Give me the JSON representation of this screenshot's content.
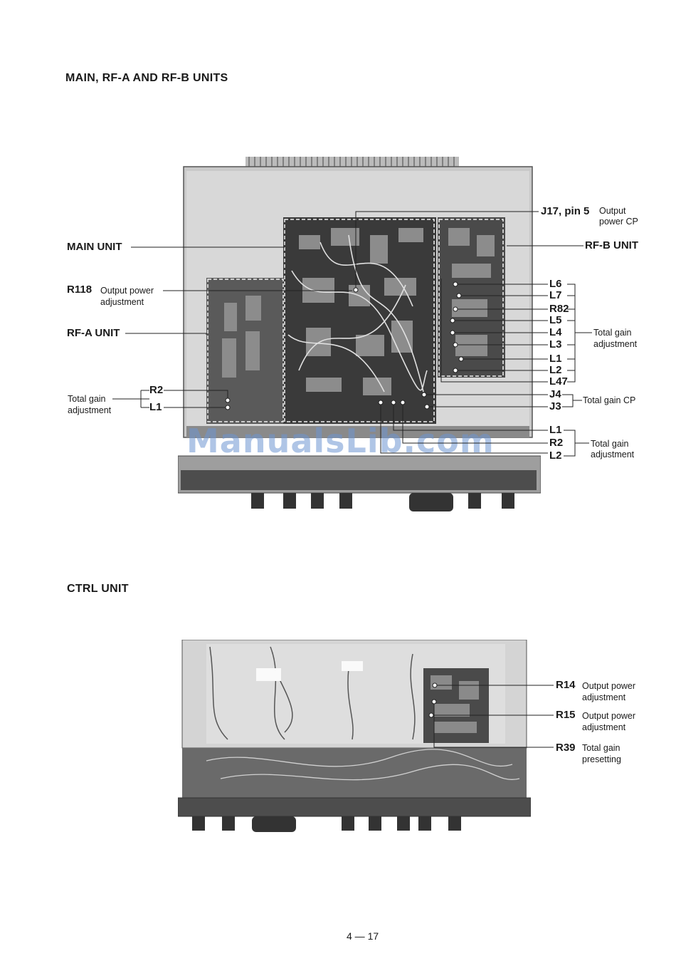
{
  "section1": {
    "heading": "MAIN, RF-A AND RF-B UNITS"
  },
  "section2": {
    "heading": "CTRL UNIT"
  },
  "photo1": {
    "callouts": {
      "j17": "J17, pin 5",
      "j17_desc": [
        "Output",
        "power CP"
      ],
      "main_unit": "MAIN UNIT",
      "rfb_unit": "RF-B UNIT",
      "r118": "R118",
      "r118_desc": [
        "Output power",
        "adjustment"
      ],
      "rfa_unit": "RF-A UNIT",
      "left_group": {
        "labels": [
          "R2",
          "L1"
        ],
        "desc": [
          "Total gain",
          "adjustment"
        ]
      },
      "right_group": {
        "labels": [
          "L6",
          "L7",
          "R82",
          "L5",
          "L4",
          "L3",
          "L1",
          "L2",
          "L47"
        ],
        "desc": [
          "Total gain",
          "adjustment"
        ]
      },
      "cp_group": {
        "labels": [
          "J4",
          "J3"
        ],
        "desc": "Total gain CP"
      },
      "bottom_group": {
        "labels": [
          "L1",
          "R2",
          "L2"
        ],
        "desc": [
          "Total gain",
          "adjustment"
        ]
      }
    }
  },
  "photo2": {
    "callouts": {
      "r14": "R14",
      "r14_desc": [
        "Output power",
        "adjustment"
      ],
      "r15": "R15",
      "r15_desc": [
        "Output power",
        "adjustment"
      ],
      "r39": "R39",
      "r39_desc": [
        "Total gain",
        "presetting"
      ]
    }
  },
  "watermark": "ManualsLib.com",
  "page_number": "4 — 17",
  "colors": {
    "ink": "#1a1a1a",
    "watermark": "#6e96d2"
  }
}
